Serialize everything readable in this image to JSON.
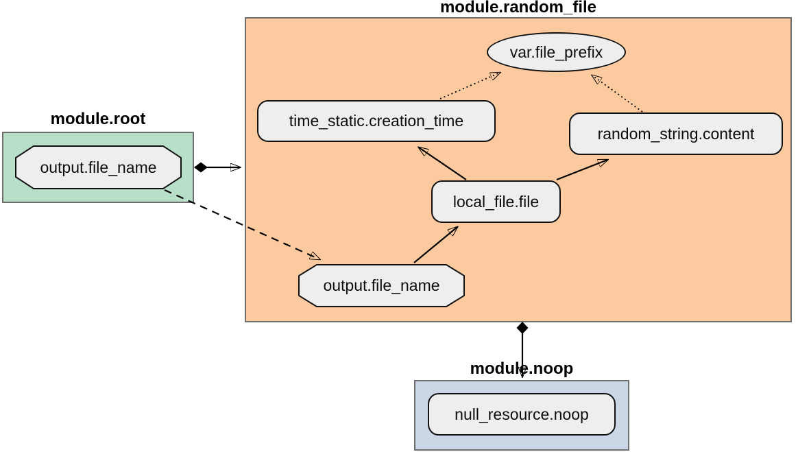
{
  "diagram": {
    "type": "terraform-module-dependency-graph",
    "background": "#ffffff",
    "node_fill": "#eeeeee",
    "node_border": "#111111",
    "edge_color": "#000000",
    "clusters": [
      {
        "id": "module.root",
        "label": "module.root",
        "fill": "#b8dfc8",
        "border": "#6e6e6e"
      },
      {
        "id": "module.random_file",
        "label": "module.random_file",
        "fill": "#fcca9e",
        "border": "#6e6e6e"
      },
      {
        "id": "module.noop",
        "label": "module.noop",
        "fill": "#cbd6e7",
        "border": "#6e6e6e"
      }
    ],
    "nodes": [
      {
        "id": "module.root.output.file_name",
        "label": "output.file_name",
        "shape": "octagon",
        "cluster": "module.root"
      },
      {
        "id": "module.random_file.var.file_prefix",
        "label": "var.file_prefix",
        "shape": "ellipse",
        "cluster": "module.random_file"
      },
      {
        "id": "module.random_file.time_static.creation_time",
        "label": "time_static.creation_time",
        "shape": "rounded-rectangle",
        "cluster": "module.random_file"
      },
      {
        "id": "module.random_file.random_string.content",
        "label": "random_string.content",
        "shape": "rounded-rectangle",
        "cluster": "module.random_file"
      },
      {
        "id": "module.random_file.local_file.file",
        "label": "local_file.file",
        "shape": "rounded-rectangle",
        "cluster": "module.random_file"
      },
      {
        "id": "module.random_file.output.file_name",
        "label": "output.file_name",
        "shape": "octagon",
        "cluster": "module.random_file"
      },
      {
        "id": "module.noop.null_resource.noop",
        "label": "null_resource.noop",
        "shape": "rounded-rectangle",
        "cluster": "module.noop"
      }
    ],
    "edges": [
      {
        "from": "module.root.output.file_name",
        "to": "module.random_file.output.file_name",
        "style": "dashed",
        "head": "arrow",
        "tail": "none"
      },
      {
        "from": "module.root",
        "to": "module.random_file",
        "style": "solid",
        "head": "arrow",
        "tail": "diamond"
      },
      {
        "from": "module.random_file",
        "to": "module.noop",
        "style": "solid",
        "head": "arrow",
        "tail": "diamond"
      },
      {
        "from": "module.random_file.local_file.file",
        "to": "module.random_file.time_static.creation_time",
        "style": "solid",
        "head": "arrow",
        "tail": "none"
      },
      {
        "from": "module.random_file.local_file.file",
        "to": "module.random_file.random_string.content",
        "style": "solid",
        "head": "arrow",
        "tail": "none"
      },
      {
        "from": "module.random_file.output.file_name",
        "to": "module.random_file.local_file.file",
        "style": "solid",
        "head": "arrow",
        "tail": "none"
      },
      {
        "from": "module.random_file.time_static.creation_time",
        "to": "module.random_file.var.file_prefix",
        "style": "dotted",
        "head": "arrow",
        "tail": "none"
      },
      {
        "from": "module.random_file.random_string.content",
        "to": "module.random_file.var.file_prefix",
        "style": "dotted",
        "head": "arrow",
        "tail": "none"
      }
    ]
  }
}
